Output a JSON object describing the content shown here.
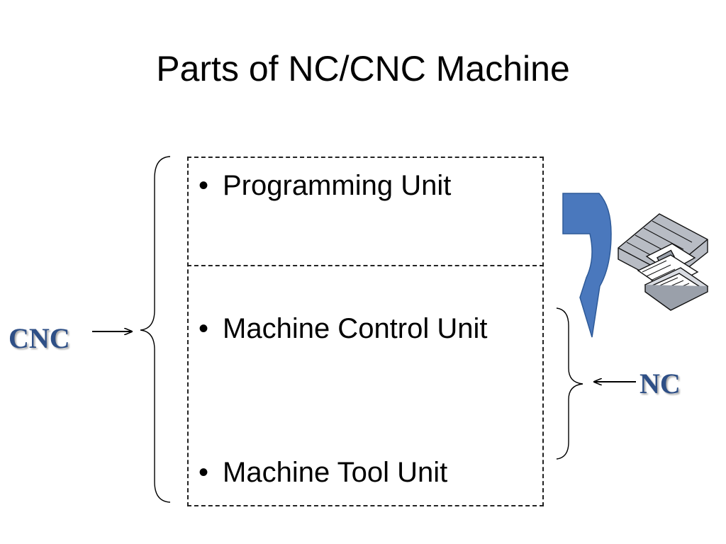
{
  "slide": {
    "title": "Parts of NC/CNC Machine"
  },
  "units": [
    {
      "bullet": "•",
      "label": "Programming Unit"
    },
    {
      "bullet": "•",
      "label": "Machine Control Unit"
    },
    {
      "bullet": "•",
      "label": "Machine Tool Unit"
    }
  ],
  "labels": {
    "cnc": "CNC",
    "nc": "NC"
  },
  "colors": {
    "label_blue": "#2e4f86",
    "arrow_blue": "#4a78bd"
  },
  "icons": {
    "flow_arrow": "curved-down-arrow-icon",
    "disks": "floppy-disks-icon"
  }
}
